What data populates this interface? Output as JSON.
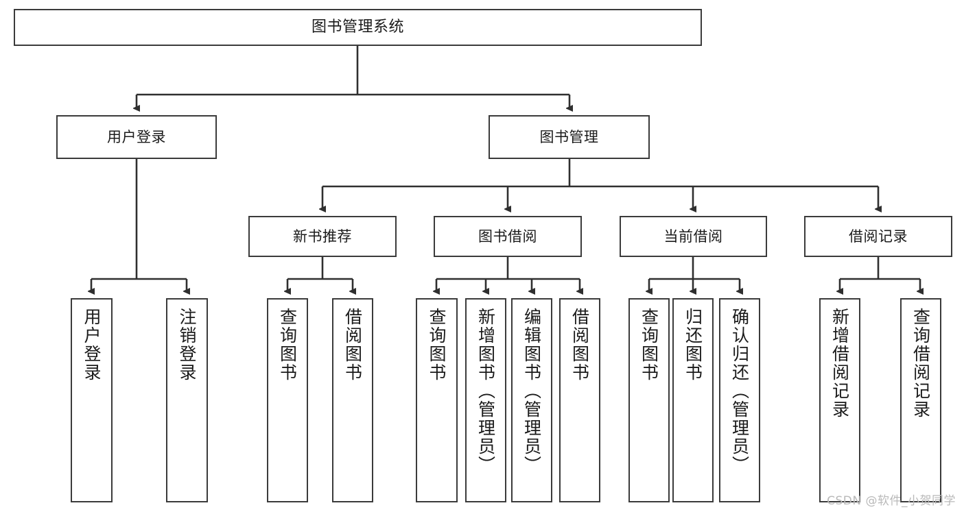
{
  "diagram": {
    "type": "tree-hierarchy-chart",
    "title_node": "图书管理系统",
    "line_color": "#3a3a3a",
    "box_fill": "#ffffff",
    "text_color": "#1a1a1a",
    "watermark": "CSDN @软件_小贺同学"
  },
  "nodes": {
    "root": {
      "label": "图书管理系统"
    },
    "level2": [
      {
        "label": "用户登录"
      },
      {
        "label": "图书管理"
      }
    ],
    "level3": [
      {
        "label": "新书推荐"
      },
      {
        "label": "图书借阅"
      },
      {
        "label": "当前借阅"
      },
      {
        "label": "借阅记录"
      }
    ],
    "leaves": {
      "user_login": [
        {
          "label": "用户登录"
        },
        {
          "label": "注销登录"
        }
      ],
      "new_book_recommend": [
        {
          "label": "查询图书"
        },
        {
          "label": "借阅图书"
        }
      ],
      "book_borrow": [
        {
          "label": "查询图书"
        },
        {
          "label": "新增图书（管理员）"
        },
        {
          "label": "编辑图书（管理员）"
        },
        {
          "label": "借阅图书"
        }
      ],
      "current_borrow": [
        {
          "label": "查询图书"
        },
        {
          "label": "归还图书"
        },
        {
          "label": "确认归还（管理员）"
        }
      ],
      "borrow_record": [
        {
          "label": "新增借阅记录"
        },
        {
          "label": "查询借阅记录"
        }
      ]
    }
  }
}
